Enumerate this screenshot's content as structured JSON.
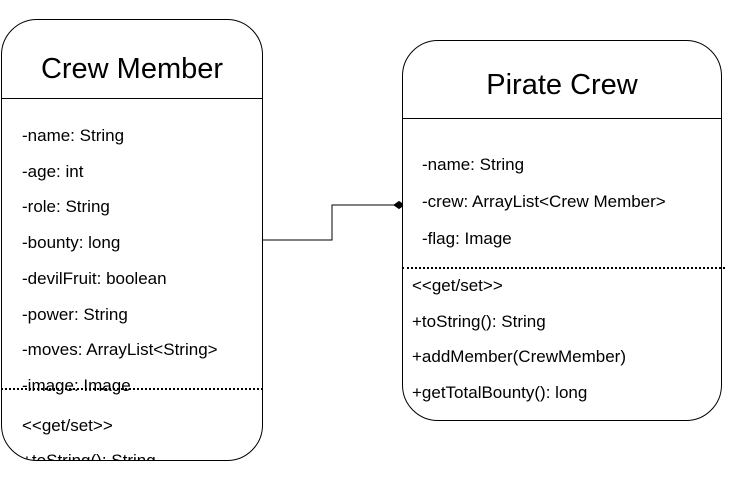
{
  "classes": {
    "crew_member": {
      "title": "Crew Member",
      "attributes": [
        "-name: String",
        "-age: int",
        "-role: String",
        "-bounty: long",
        "-devilFruit: boolean",
        "-power: String",
        "-moves: ArrayList<String>",
        "-image: Image"
      ],
      "methods": [
        "<<get/set>>",
        "+toString(): String"
      ]
    },
    "pirate_crew": {
      "title": "Pirate Crew",
      "attributes": [
        "-name: String",
        "-crew: ArrayList<Crew Member>",
        "-flag: Image"
      ],
      "methods": [
        "<<get/set>>",
        "+toString(): String",
        "+addMember(CrewMember)",
        "+getTotalBounty(): long"
      ]
    }
  },
  "relationship": {
    "type": "composition",
    "from": "Crew Member",
    "to": "Pirate Crew"
  }
}
